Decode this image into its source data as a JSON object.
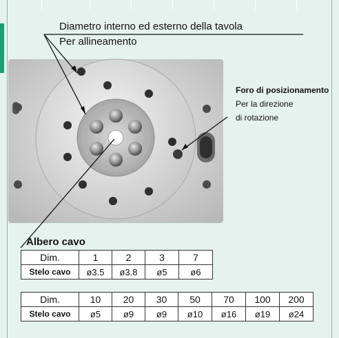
{
  "callouts": {
    "line1": "Diametro interno ed esterno della tavola",
    "line2": "Per allineamento",
    "positioning_title": "Foro di posizionamento",
    "positioning_line1": "Per la direzione",
    "positioning_line2": "di rotazione"
  },
  "hollow_shaft": {
    "title": "Albero cavo",
    "table1": {
      "header_label": "Dim.",
      "row_label": "Stelo cavo",
      "sizes": [
        "1",
        "2",
        "3",
        "7"
      ],
      "values": [
        "ø3.5",
        "ø3.8",
        "ø5",
        "ø6"
      ]
    },
    "table2": {
      "header_label": "Dim.",
      "row_label": "Stelo cavo",
      "sizes": [
        "10",
        "20",
        "30",
        "50",
        "70",
        "100",
        "200"
      ],
      "values": [
        "ø5",
        "ø9",
        "ø9",
        "ø10",
        "ø16",
        "ø19",
        "ø24"
      ]
    }
  },
  "colors": {
    "background": "#e6f2ed",
    "accent": "#1f9d73",
    "row_label_fill": "#d6ecd9",
    "metal": "#cfcfcf"
  }
}
